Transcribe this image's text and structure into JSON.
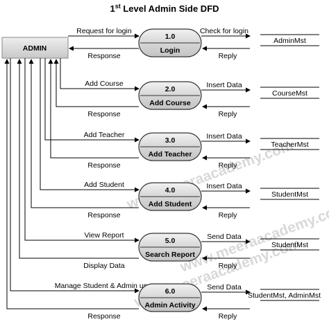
{
  "title": {
    "prefix": "1",
    "sup": "st",
    "suffix": " Level Admin Side DFD"
  },
  "entity": {
    "label": "ADMIN"
  },
  "processes": [
    {
      "number": "1.0",
      "name": "Login",
      "in_label": "Request for login",
      "out_label": "Response",
      "store_write": "Check for login",
      "store_reply": "Reply",
      "store": "AdminMst"
    },
    {
      "number": "2.0",
      "name": "Add Course",
      "in_label": "Add Course",
      "out_label": "Response",
      "store_write": "Insert Data",
      "store_reply": "Reply",
      "store": "CourseMst"
    },
    {
      "number": "3.0",
      "name": "Add Teacher",
      "in_label": "Add Teacher",
      "out_label": "Response",
      "store_write": "Insert Data",
      "store_reply": "Reply",
      "store": "TeacherMst"
    },
    {
      "number": "4.0",
      "name": "Add Student",
      "in_label": "Add Student",
      "out_label": "Response",
      "store_write": "Insert Data",
      "store_reply": "Reply",
      "store": "StudentMst"
    },
    {
      "number": "5.0",
      "name": "Search Report",
      "in_label": "View Report",
      "out_label": "Display Data",
      "store_write": "Send Data",
      "store_reply": "Reply",
      "store": "StudentMst"
    },
    {
      "number": "6.0",
      "name": "Admin Activity",
      "in_label": "Manage Student & Admin user",
      "out_label": "Response",
      "store_write": "Send Data",
      "store_reply": "Reply",
      "store": "StudentMst, AdminMst"
    }
  ],
  "watermarks": [
    "www.meeraacademy.com",
    "www.meeraacademy.com",
    "www.meeraacademy.com"
  ]
}
